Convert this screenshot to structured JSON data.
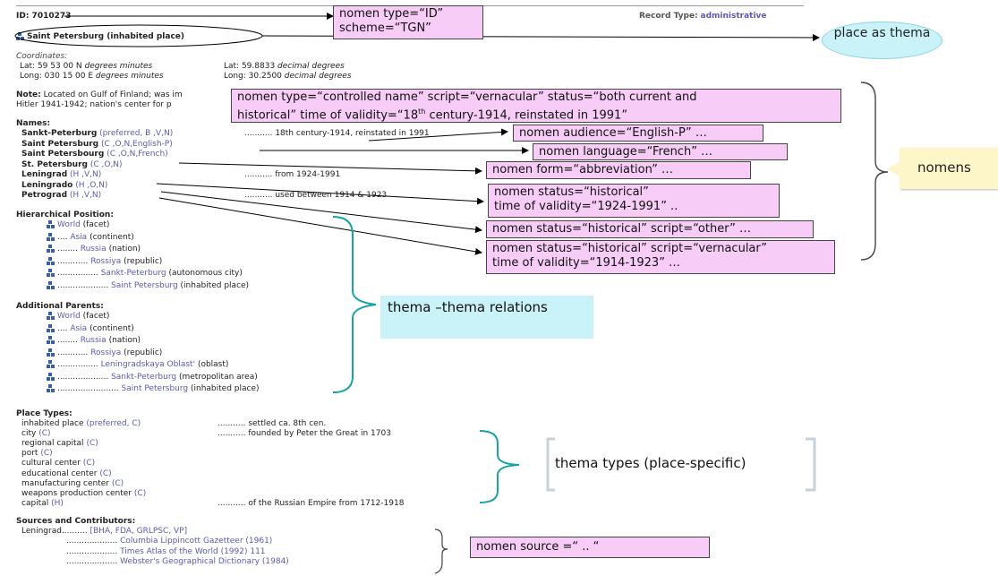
{
  "record": {
    "id": "ID: 7010273",
    "record_type_label": "Record Type:",
    "record_type_value": "administrative",
    "title": "Saint Petersburg (inhabited place)",
    "coordinates_label": "Coordinates:",
    "lat_dms": "Lat: 59 53 00 N",
    "lat_dms_unit": "degrees minutes",
    "lat_dd": "Lat: 59.8833",
    "lat_dd_unit": "decimal degrees",
    "long_dms": "Long: 030 15 00 E",
    "long_dms_unit": "degrees minutes",
    "long_dd": "Long: 30.2500",
    "long_dd_unit": "decimal degrees",
    "note_label": "Note:",
    "note_line1": "Located on Gulf of Finland; was im",
    "note_line2": "Hitler 1941-1942; nation's center for p",
    "names_label": "Names:",
    "names": [
      {
        "name": "Sankt-Peterburg",
        "flags": "(preferred, B ,V,N)",
        "note": "........... 18th century-1914, reinstated in 1991"
      },
      {
        "name": "Saint Petersburg",
        "flags": "(C ,O,N,English-P)",
        "note": ""
      },
      {
        "name": "Saint Petersbourg",
        "flags": "(C ,O,N,French)",
        "note": ""
      },
      {
        "name": "St. Petersburg",
        "flags": "(C ,O,N)",
        "note": ""
      },
      {
        "name": "Leningrad",
        "flags": "(H ,V,N)",
        "note": "........... from 1924-1991"
      },
      {
        "name": "Leningrado",
        "flags": "(H ,O,N)",
        "note": ""
      },
      {
        "name": "Petrograd",
        "flags": "(H ,V,N)",
        "note": "........... used between 1914 & 1923"
      }
    ],
    "hier_label": "Hierarchical Position:",
    "hier": [
      {
        "dots": "",
        "name": "World",
        "type": "(facet)"
      },
      {
        "dots": "....",
        "name": "Asia",
        "type": "(continent)"
      },
      {
        "dots": "........",
        "name": "Russia",
        "type": "(nation)"
      },
      {
        "dots": "............",
        "name": "Rossiya",
        "type": "(republic)"
      },
      {
        "dots": "................",
        "name": "Sankt-Peterburg",
        "type": "(autonomous city)"
      },
      {
        "dots": "....................",
        "name": "Saint Petersburg",
        "type": "(inhabited place)"
      }
    ],
    "addl_label": "Additional Parents:",
    "addl": [
      {
        "dots": "",
        "name": "World",
        "type": "(facet)"
      },
      {
        "dots": "....",
        "name": "Asia",
        "type": "(continent)"
      },
      {
        "dots": "........",
        "name": "Russia",
        "type": "(nation)"
      },
      {
        "dots": "............",
        "name": "Rossiya",
        "type": "(republic)"
      },
      {
        "dots": "................",
        "name": "Leningradskaya Oblast'",
        "type": "(oblast)"
      },
      {
        "dots": "....................",
        "name": "Sankt-Peterburg",
        "type": "(metropolitan area)"
      },
      {
        "dots": "........................",
        "name": "Saint Petersburg",
        "type": "(inhabited place)"
      }
    ],
    "types_label": "Place Types:",
    "types": [
      {
        "name": "inhabited place",
        "flag": "(preferred, C)",
        "note": "........... settled ca. 8th cen."
      },
      {
        "name": "city",
        "flag": "(C)",
        "note": "........... founded by Peter the Great in 1703"
      },
      {
        "name": "regional capital",
        "flag": "(C)",
        "note": ""
      },
      {
        "name": "port",
        "flag": "(C)",
        "note": ""
      },
      {
        "name": "cultural center",
        "flag": "(C)",
        "note": ""
      },
      {
        "name": "educational center",
        "flag": "(C)",
        "note": ""
      },
      {
        "name": "manufacturing center",
        "flag": "(C)",
        "note": ""
      },
      {
        "name": "weapons production center",
        "flag": "(C)",
        "note": ""
      },
      {
        "name": "capital",
        "flag": "(H)",
        "note": "........... of the Russian Empire from 1712-1918"
      }
    ],
    "sources_label": "Sources and Contributors:",
    "sources_lead": "Leningrad..........",
    "sources_contrib": "[BHA, FDA, GRLPSC, VP]",
    "sources": [
      {
        "dots": "....................",
        "title": "Columbia Lippincott Gazetteer (1961)"
      },
      {
        "dots": "....................",
        "title": "Times Atlas of the World (1992) 111"
      },
      {
        "dots": "....................",
        "title": "Webster's Geographical Dictionary (1984)"
      }
    ]
  },
  "annotations": {
    "id_box_line1": "nomen type=“ID”",
    "id_box_line2": "scheme=“TGN”",
    "place_as_thema": "place as thema",
    "controlled_line1": "nomen type=“controlled name” script=“vernacular” status=“both current and",
    "controlled_line2_pre": "historical” time of validity=“18",
    "controlled_line2_sup": "th",
    "controlled_line2_post": " century-1914, reinstated in 1991”",
    "audience": "nomen audience=“English-P” …",
    "language": "nomen language=“French” …",
    "form": "nomen form=“abbreviation” …",
    "hist1_line1": "nomen status=“historical”",
    "hist1_line2": "time of validity=“1924-1991” ..",
    "hist2": "nomen status=“historical” script=“other” …",
    "hist3_line1": "nomen status=“historical” script=“vernacular”",
    "hist3_line2": "time of validity=“1914-1923” …",
    "nomens": "nomens",
    "thema_relations": "thema –thema relations",
    "thema_types": "thema types  (place-specific)",
    "nomen_source": "nomen source =“ .. “"
  },
  "colors": {
    "callout_pink": "#f7cdf7",
    "thema_cyan": "#c9f2f9",
    "nomens_yellow": "#fdf6c8",
    "bracket_teal": "#1aa3a3",
    "link_blue": "#5a5ab5"
  }
}
